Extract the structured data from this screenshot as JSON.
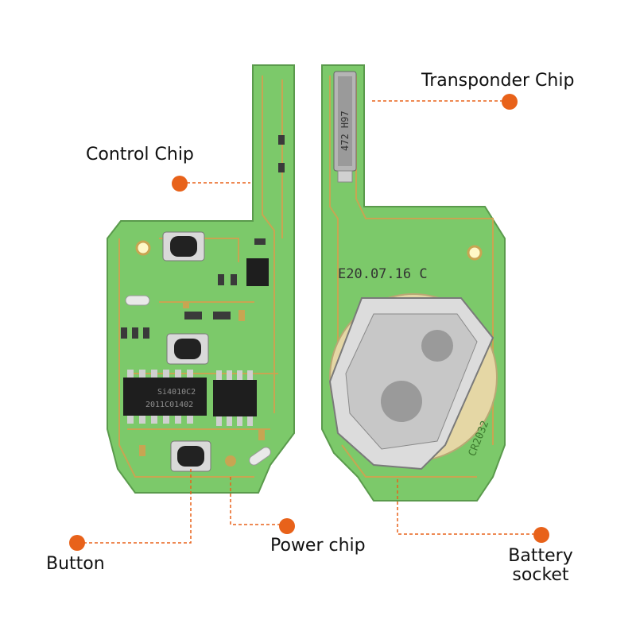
{
  "colors": {
    "pcb": "#7cc96a",
    "pcb_dark": "#5daa4c",
    "trace": "#c8a552",
    "callout_dot": "#e8621a",
    "leader_line": "#e8621a"
  },
  "callouts": {
    "transponder_chip": "Transponder Chip",
    "control_chip": "Control Chip",
    "button": "Button",
    "power_chip": "Power chip",
    "battery_socket_line1": "Battery",
    "battery_socket_line2": "socket"
  },
  "board_markings": {
    "date_code": "E20.07.16 C",
    "battery_type": "CR2032",
    "transponder_code": "472 H97",
    "control_chip_code_1": "Si4010C2",
    "control_chip_code_2": "2011C01402"
  }
}
